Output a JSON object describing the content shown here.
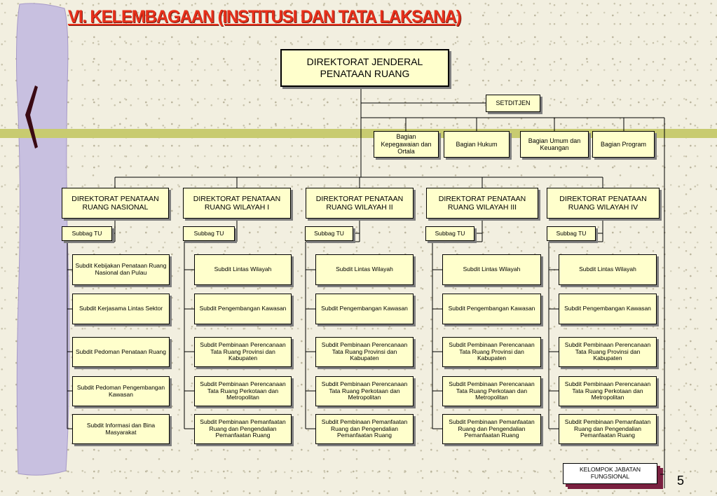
{
  "title": "VI. KELEMBAGAAN (INSTITUSI DAN TATA LAKSANA)",
  "page_number": "5",
  "colors": {
    "title": "#e8301b",
    "box_fill": "#ffffcc",
    "sidebar": "#c8c0e0",
    "band": "#c8cb70",
    "background": "#f2efe0"
  },
  "org_chart": {
    "head": "DIREKTORAT JENDERAL PENATAAN RUANG",
    "secretariat": "SETDITJEN",
    "bureaus": [
      "Bagian Kepegawaian dan Ortala",
      "Bagian Hukum",
      "Bagian Umum dan Keuangan",
      "Bagian Program"
    ],
    "directorates": [
      {
        "name": "DIREKTORAT PENATAAN RUANG NASIONAL",
        "subbag": "Subbag TU",
        "subdits": [
          "Subdit Kebijakan Penataan Ruang Nasional dan Pulau",
          "Subdit Kerjasama Lintas Sektor",
          "Subdit Pedoman Penataan Ruang",
          "Subdit Pedoman Pengembangan Kawasan",
          "Subdit  Informasi dan Bina Masyarakat"
        ]
      },
      {
        "name": "DIREKTORAT PENATAAN RUANG WILAYAH I",
        "subbag": "Subbag TU",
        "subdits": [
          "Subdit Lintas Wilayah",
          "Subdit Pengembangan Kawasan",
          "Subdit Pembinaan Perencanaan Tata Ruang Provinsi dan Kabupaten",
          "Subdit Pembinaan Perencanaan Tata Ruang Perkotaan dan Metropolitan",
          "Subdit Pembinaan Pemanfaatan Ruang dan Pengendalian    Pemanfaatan Ruang"
        ]
      },
      {
        "name": "DIREKTORAT PENATAAN RUANG WILAYAH II",
        "subbag": "Subbag TU",
        "subdits": [
          "Subdit Lintas Wilayah",
          "Subdit Pengembangan Kawasan",
          "Subdit Pembinaan Perencanaan Tata Ruang Provinsi dan Kabupaten",
          "Subdit Pembinaan Perencanaan Tata Ruang Perkotaan dan Metropolitan",
          "Subdit Pembinaan Pemanfaatan Ruang dan Pengendalian    Pemanfaatan Ruang"
        ]
      },
      {
        "name": "DIREKTORAT PENATAAN RUANG WILAYAH III",
        "subbag": "Subbag TU",
        "subdits": [
          "Subdit Lintas Wilayah",
          "Subdit Pengembangan Kawasan",
          "Subdit Pembinaan Perencanaan Tata Ruang Provinsi dan Kabupaten",
          "Subdit Pembinaan Perencanaan Tata Ruang Perkotaan dan Metropolitan",
          "Subdit Pembinaan Pemanfaatan Ruang dan Pengendalian    Pemanfaatan Ruang"
        ]
      },
      {
        "name": "DIREKTORAT PENATAAN RUANG WILAYAH IV",
        "subbag": "Subbag TU",
        "subdits": [
          "Subdit Lintas Wilayah",
          "Subdit Pengembangan Kawasan",
          "Subdit Pembinaan Perencanaan Tata Ruang Provinsi dan Kabupaten",
          "Subdit Pembinaan Perencanaan Tata Ruang Perkotaan dan Metropolitan",
          "Subdit Pembinaan Pemanfaatan Ruang dan Pengendalian    Pemanfaatan Ruang"
        ]
      }
    ],
    "functional_group": "KELOMPOK JABATAN FUNGSIONAL"
  }
}
